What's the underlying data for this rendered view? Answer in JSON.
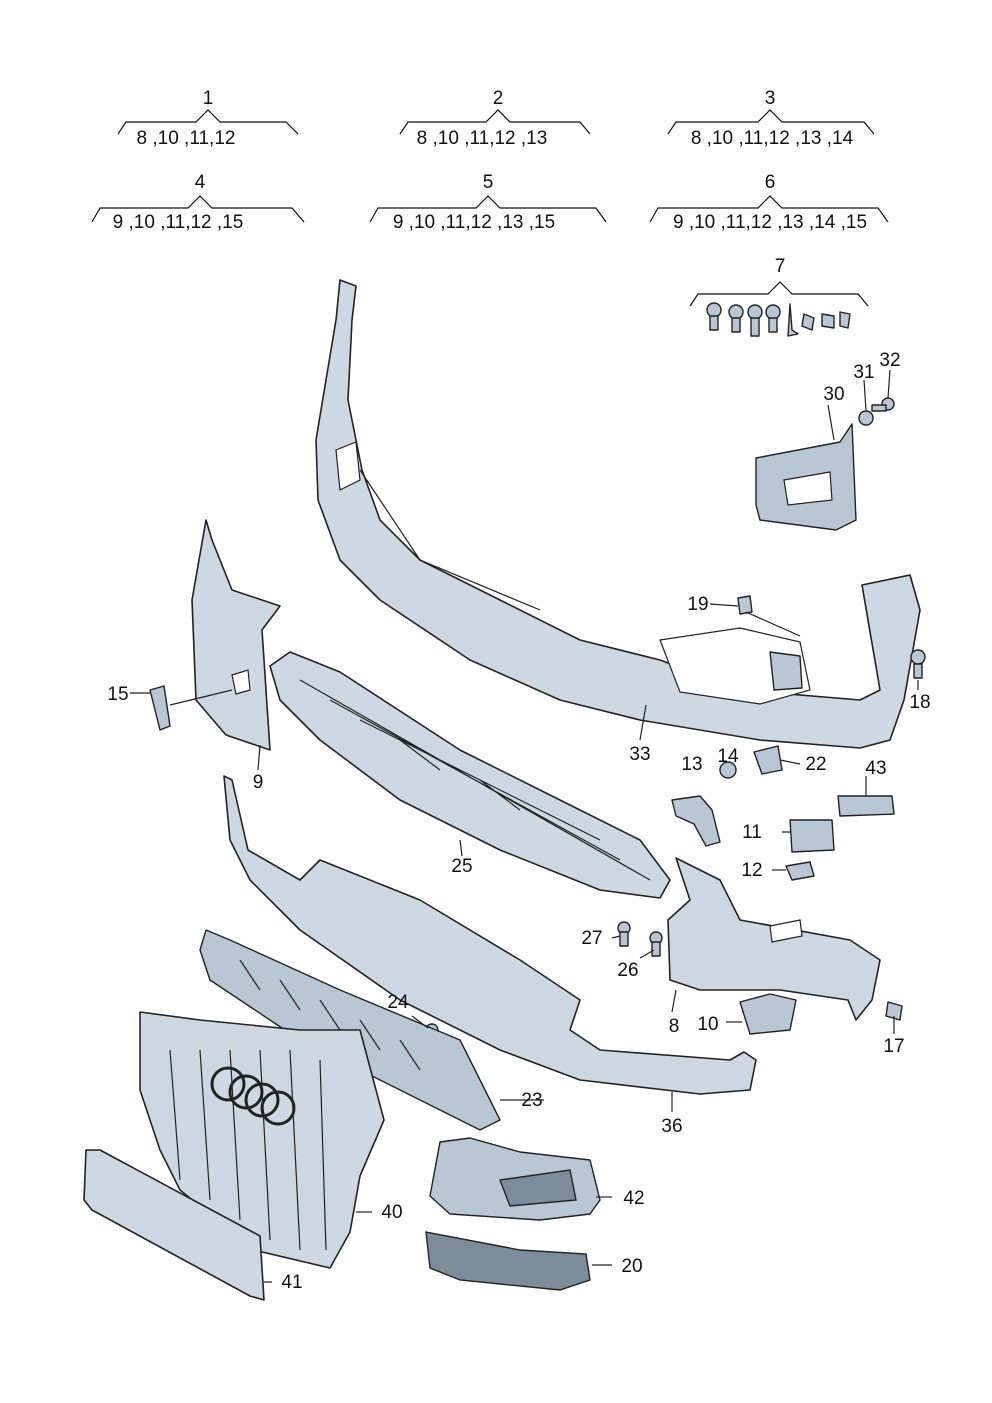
{
  "groups": [
    {
      "number": "1",
      "items": "8 ,10 ,11,12"
    },
    {
      "number": "2",
      "items": "8 ,10 ,11,12 ,13"
    },
    {
      "number": "3",
      "items": "8 ,10 ,11,12 ,13 ,14"
    },
    {
      "number": "4",
      "items": "9 ,10 ,11,12 ,15"
    },
    {
      "number": "5",
      "items": "9 ,10 ,11,12 ,13 ,15"
    },
    {
      "number": "6",
      "items": "9 ,10 ,11,12 ,13 ,14 ,15"
    },
    {
      "number": "7",
      "items": ""
    }
  ],
  "parts": {
    "p8": "8",
    "p9": "9",
    "p10": "10",
    "p11": "11",
    "p12": "12",
    "p13": "13",
    "p14": "14",
    "p15": "15",
    "p17": "17",
    "p18": "18",
    "p19": "19",
    "p20": "20",
    "p22": "22",
    "p23": "23",
    "p24": "24",
    "p25": "25",
    "p26": "26",
    "p27": "27",
    "p30": "30",
    "p31": "31",
    "p32": "32",
    "p33": "33",
    "p36": "36",
    "p40": "40",
    "p41": "41",
    "p42": "42",
    "p43": "43"
  }
}
